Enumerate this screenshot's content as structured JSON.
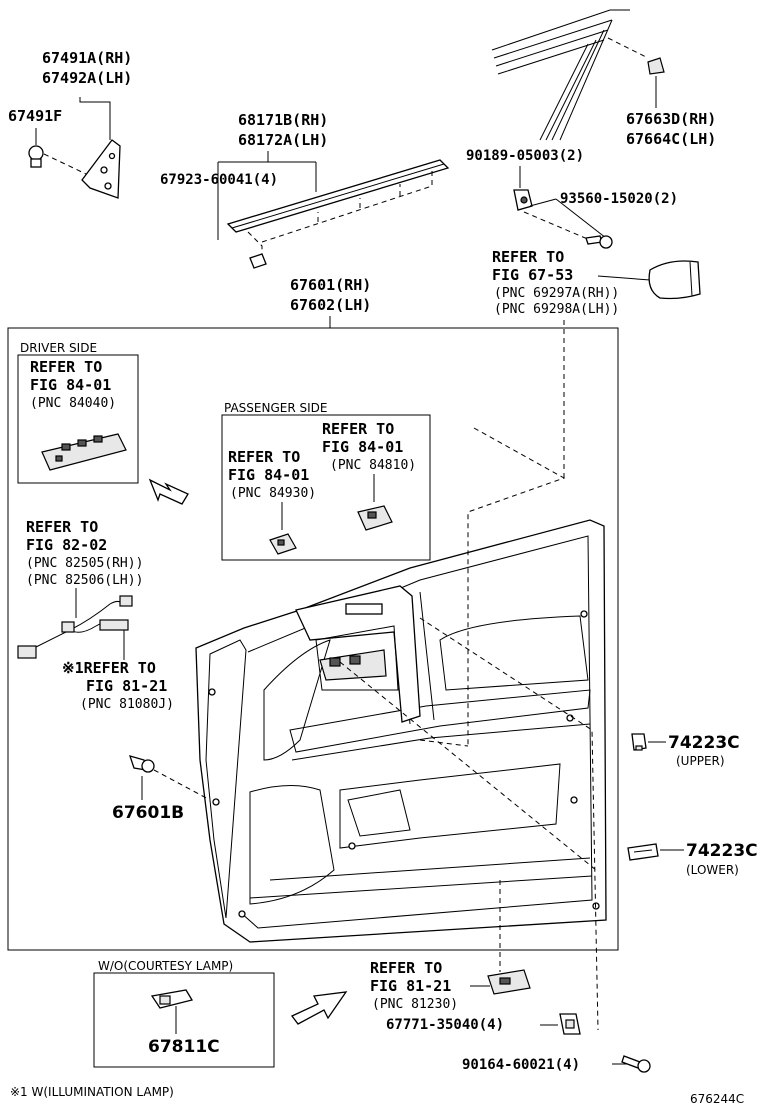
{
  "diagram_id": "676244C",
  "parts": {
    "p67491A": "67491A(RH)",
    "p67492A": "67492A(LH)",
    "p67491F": "67491F",
    "p68171B": "68171B(RH)",
    "p68172A": "68172A(LH)",
    "p67923": "67923-60041(4)",
    "p90189": "90189-05003(2)",
    "p93560": "93560-15020(2)",
    "p67663D": "67663D(RH)",
    "p67664C": "67664C(LH)",
    "p67601": "67601(RH)",
    "p67602": "67602(LH)",
    "p67601B": "67601B",
    "p74223C_upper": "74223C",
    "p74223C_lower": "74223C",
    "p67771": "67771-35040(4)",
    "p90164": "90164-60021(4)",
    "p67811C": "67811C"
  },
  "subs": {
    "upper": "(UPPER)",
    "lower": "(LOWER)"
  },
  "groups": {
    "driver_side": "DRIVER SIDE",
    "passenger_side": "PASSENGER SIDE",
    "courtesy": "W/O(COURTESY LAMP)"
  },
  "refs": {
    "fig6753": {
      "line1": "REFER TO",
      "line2": "FIG 67-53",
      "line3": "(PNC 69297A(RH))",
      "line4": "(PNC 69298A(LH))"
    },
    "driver": {
      "line1": "REFER TO",
      "line2": "FIG 84-01",
      "line3": "(PNC 84040)"
    },
    "pass84810": {
      "line1": "REFER TO",
      "line2": "FIG 84-01",
      "line3": "(PNC 84810)"
    },
    "pass84930": {
      "line1": "REFER TO",
      "line2": "FIG 84-01",
      "line3": "(PNC 84930)"
    },
    "fig8202": {
      "line1": "REFER TO",
      "line2": "FIG 82-02",
      "line3": "(PNC 82505(RH))",
      "line4": "(PNC 82506(LH))"
    },
    "fig8121a": {
      "line1": "※1REFER TO",
      "line2": "FIG 81-21",
      "line3": "(PNC 81080J)"
    },
    "fig8121b": {
      "line1": "REFER TO",
      "line2": "FIG 81-21",
      "line3": "(PNC 81230)"
    }
  },
  "footnote": "※1 W(ILLUMINATION LAMP)"
}
